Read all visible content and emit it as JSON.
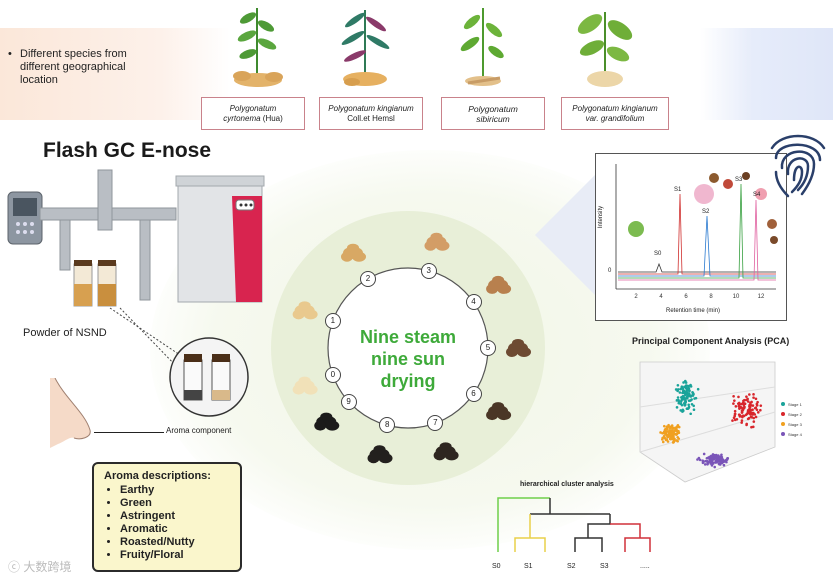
{
  "intro": {
    "bullet_text": "Different species from different geographical location"
  },
  "species": [
    {
      "name": "Polygonatum",
      "sub": "cyrtonema",
      "suffix": " (Hua)"
    },
    {
      "name": "Polygonatum kingianum",
      "sub": "Coll.et Hemsl",
      "suffix": ""
    },
    {
      "name": "Polygonatum",
      "sub": "sibiricum",
      "suffix": ""
    },
    {
      "name": "Polygonatum kingianum",
      "sub": "var. grandifolium",
      "suffix": ""
    }
  ],
  "device": {
    "title": "Flash GC E-nose",
    "powder_label": "Powder of NSND",
    "aroma_component_label": "Aroma component"
  },
  "cycle": {
    "center_text": [
      "Nine steam",
      "nine sun",
      "drying"
    ],
    "steps": [
      "0",
      "1",
      "2",
      "3",
      "4",
      "5",
      "6",
      "7",
      "8",
      "9"
    ]
  },
  "aroma": {
    "heading": "Aroma descriptions:",
    "items": [
      "Earthy",
      "Green",
      "Astringent",
      "Aromatic",
      "Roasted/Nutty",
      "Fruity/Floral"
    ]
  },
  "chromatogram": {
    "ylabel": "Intensity",
    "xlabel": "Retention time (min)",
    "y_tick": "0",
    "x_ticks": [
      "2",
      "4",
      "6",
      "8",
      "10",
      "12"
    ],
    "peak_labels": [
      "S0",
      "S1",
      "S2",
      "S3",
      "S4"
    ]
  },
  "pca": {
    "title": "Principal Component Analysis (PCA)",
    "legend": [
      "Stage 1",
      "Stage 2",
      "Stage 3",
      "Stage 4"
    ],
    "colors": [
      "#1aa39a",
      "#d8262c",
      "#f0a020",
      "#7a55b8"
    ]
  },
  "hca": {
    "title": "hierarchical cluster analysis",
    "leaves": [
      "S0",
      "S1",
      "S2",
      "S3",
      "....."
    ]
  },
  "watermark": "大数跨境"
}
